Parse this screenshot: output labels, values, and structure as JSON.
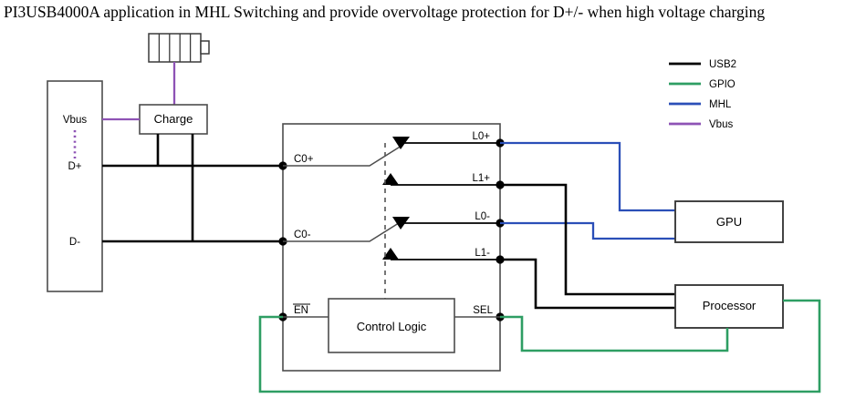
{
  "title": "PI3USB4000A application in MHL Switching and provide overvoltage protection for D+/- when high voltage charging",
  "legend": {
    "items": [
      {
        "label": "USB2",
        "color": "#000000"
      },
      {
        "label": "GPIO",
        "color": "#2e9e63"
      },
      {
        "label": "MHL",
        "color": "#2b4fb8"
      },
      {
        "label": "Vbus",
        "color": "#8e53b5"
      }
    ]
  },
  "blocks": {
    "connector": {
      "pins": [
        "Vbus",
        "D+",
        "D-"
      ]
    },
    "charge": {
      "label": "Charge"
    },
    "battery": {
      "name": "battery-icon",
      "cells": 5
    },
    "ic": {
      "left_pins": [
        "C0+",
        "C0-",
        "EN"
      ],
      "right_pins": [
        "L0+",
        "L1+",
        "L0-",
        "L1-",
        "SEL"
      ],
      "control_logic": {
        "label": "Control Logic"
      }
    },
    "gpu": {
      "label": "GPU"
    },
    "processor": {
      "label": "Processor"
    }
  }
}
